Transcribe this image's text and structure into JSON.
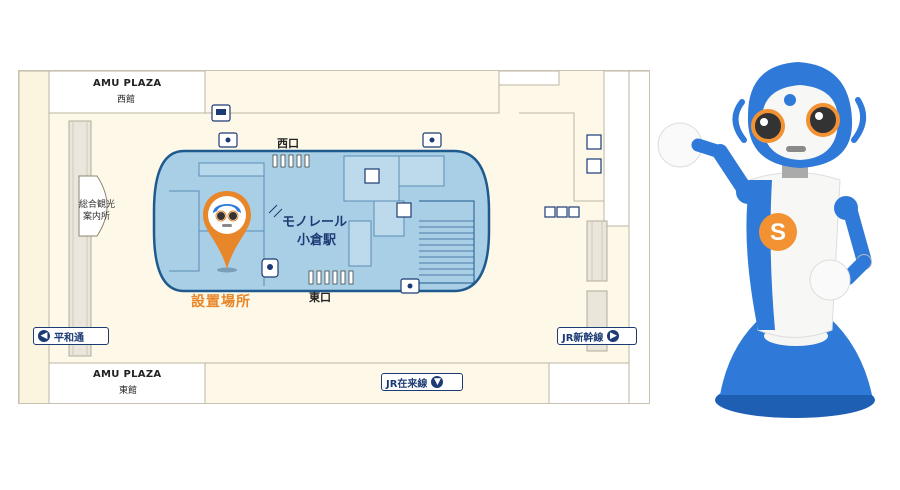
{
  "map": {
    "top_building": {
      "name": "AMU PLAZA",
      "sub": "西館"
    },
    "bottom_building": {
      "name": "AMU PLAZA",
      "sub": "東館"
    },
    "west_gate": "西口",
    "east_gate": "東口",
    "station_line1": "モノレール",
    "station_line2": "小倉駅",
    "info_line1": "総合観光",
    "info_line2": "案内所",
    "installation_place": "設置場所",
    "sign_left": {
      "label": "平和通",
      "icon": "arrow-left-icon"
    },
    "sign_right": {
      "label": "JR新幹線",
      "icon": "arrow-right-icon"
    },
    "sign_bottom": {
      "label": "JR在来線",
      "icon": "arrow-down-icon"
    }
  },
  "robot": {
    "chest_letter": "S",
    "colors": {
      "body": "#2f7ad9",
      "shell": "#f7f7f5",
      "accent": "#f29233"
    }
  },
  "colors": {
    "station_fill": "#a9cfe6",
    "station_border": "#1f5a8f",
    "pin": "#e8862a",
    "sign_border": "#1c3b74",
    "floor": "#fdf8e8"
  }
}
